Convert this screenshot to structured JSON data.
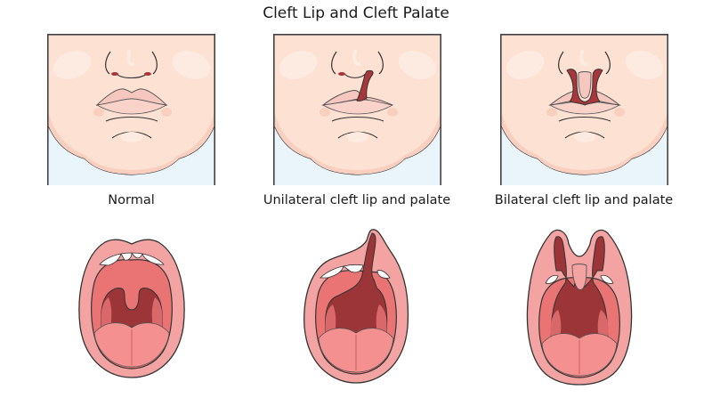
{
  "title": "Cleft Lip and Cleft Palate",
  "colors": {
    "skin": "#fde1d3",
    "skin_shadow": "#f9cfbf",
    "cheek_highlight": "#fdeae0",
    "neck_bg": "#e9f4fb",
    "outline": "#2b2b2b",
    "lip": "#f6c7bf",
    "cleft": "#a8363a",
    "mouth_lip": "#f4a3a3",
    "mouth_inner": "#ea7474",
    "throat": "#9c3537",
    "tonsil": "#d9686a",
    "tongue": "#f59090",
    "teeth": "#ffffff"
  },
  "panels": [
    {
      "id": "normal",
      "caption": "Normal",
      "face": "normal-lip",
      "mouth": "normal-palate"
    },
    {
      "id": "unilateral",
      "caption": "Unilateral cleft lip and palate",
      "face": "unilateral-cleft-lip",
      "mouth": "unilateral-cleft-palate"
    },
    {
      "id": "bilateral",
      "caption": "Bilateral cleft lip and palate",
      "face": "bilateral-cleft-lip",
      "mouth": "bilateral-cleft-palate"
    }
  ]
}
